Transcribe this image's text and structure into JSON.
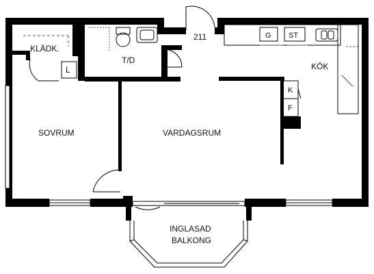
{
  "floorplan": {
    "apartment_number": "211",
    "rooms": {
      "closet": "KLÄDK.",
      "linen": "L",
      "bath": "T/D",
      "kitchen": "KÖK",
      "bedroom": "SOVRUM",
      "living": "VARDAGSRUM",
      "balcony_line1": "INGLASAD",
      "balcony_line2": "BALKONG"
    },
    "appliances": {
      "stove": "G",
      "fridge_freezer": "ST",
      "fridge": "K",
      "freezer": "F"
    }
  }
}
